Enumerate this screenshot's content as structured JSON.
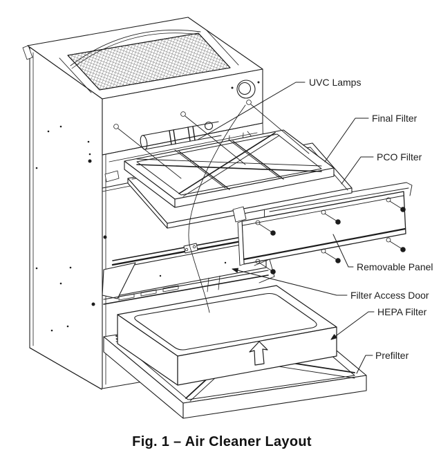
{
  "figure": {
    "caption": "Fig. 1 – Air Cleaner Layout",
    "callouts": [
      {
        "id": "uvc-lamps",
        "label": "UVC Lamps"
      },
      {
        "id": "final-filter",
        "label": "Final Filter"
      },
      {
        "id": "pco-filter",
        "label": "PCO Filter"
      },
      {
        "id": "removable-panel",
        "label": "Removable Panel"
      },
      {
        "id": "filter-access-door",
        "label": "Filter Access Door"
      },
      {
        "id": "hepa-filter",
        "label": "HEPA Filter"
      },
      {
        "id": "prefilter",
        "label": "Prefilter"
      }
    ],
    "icons": [
      {
        "name": "airflow-up-arrow",
        "meaning": "airflow direction through HEPA filter"
      }
    ],
    "colors": {
      "line": "#1c1c1c",
      "background": "#ffffff"
    }
  }
}
